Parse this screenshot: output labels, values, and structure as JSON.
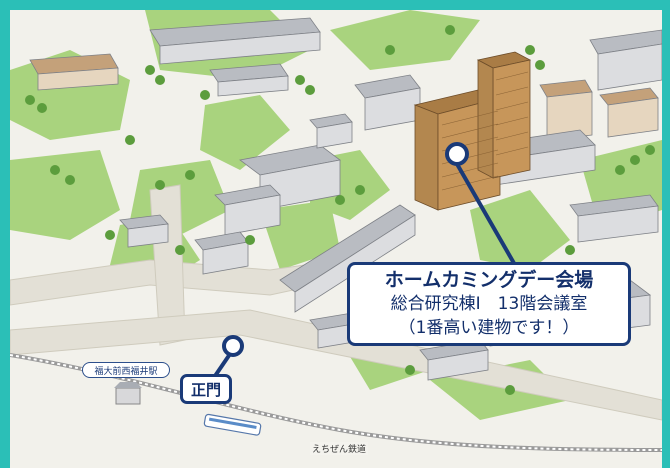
{
  "callout": {
    "line1": "ホームカミングデー会場",
    "line2": "総合研究棟Ⅰ　13階会議室",
    "line3": "（1番高い建物です！）"
  },
  "gate_label": "正門",
  "station_label": "福大前西福井駅",
  "railway_label": "えちぜん鉄道",
  "colors": {
    "frame": "#2bbfb7",
    "marker": "#1a3a78",
    "grass": "#a9d37e",
    "road": "#e0ddd2",
    "building_roof": "#b9bcc2",
    "building_wall": "#dcdde0",
    "tall_building": "#c7965a"
  }
}
